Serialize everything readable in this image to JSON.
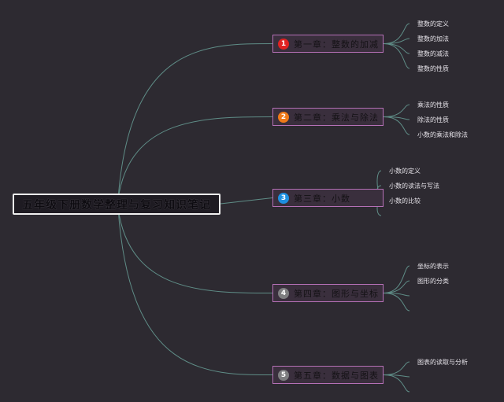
{
  "root_title": "五年级下册数学整理与复习知识笔记",
  "colors": {
    "background": "#2d2a31",
    "connector": "#5f8d87",
    "chapter_border": "#b570b6",
    "badge_red": "#e02222",
    "badge_orange": "#ef7a19",
    "badge_blue": "#1d8fe0",
    "badge_gray": "#7e7e80"
  },
  "chapters": [
    {
      "number": "1",
      "label": "第一章：整数的加减",
      "badge_color": "#e02222",
      "topics": [
        "整数的定义",
        "整数的加法",
        "整数的减法",
        "整数的性质"
      ]
    },
    {
      "number": "2",
      "label": "第二章：乘法与除法",
      "badge_color": "#ef7a19",
      "topics": [
        "乘法的性质",
        "除法的性质",
        "小数的乘法和除法"
      ]
    },
    {
      "number": "3",
      "label": "第三章：小数",
      "badge_color": "#1d8fe0",
      "topics": [
        "小数的定义",
        "小数的读法与写法",
        "小数的比较"
      ]
    },
    {
      "number": "4",
      "label": "第四章：图形与坐标",
      "badge_color": "#7e7e80",
      "topics": [
        "坐标的表示",
        "图形的分类"
      ]
    },
    {
      "number": "5",
      "label": "第五章：数据与图表",
      "badge_color": "#7e7e80",
      "topics": [
        "图表的读取与分析"
      ]
    }
  ]
}
